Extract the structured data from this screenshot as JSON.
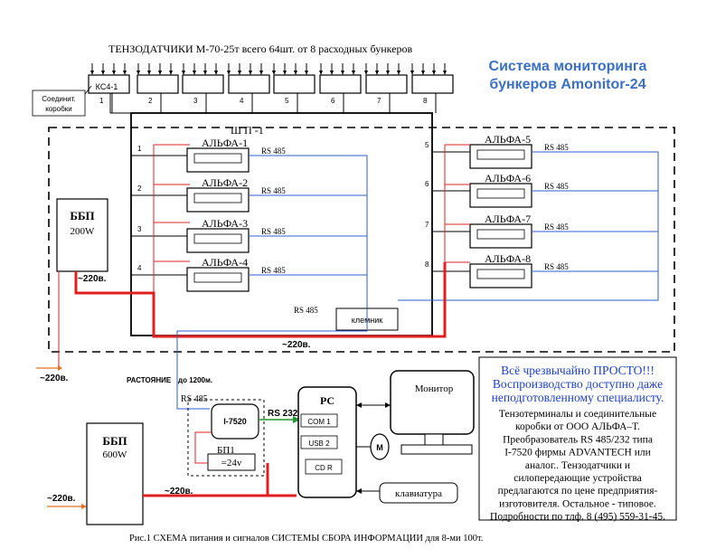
{
  "header": {
    "sensors_caption": "ТЕНЗОДАТЧИКИ  М-70-25т всего 64шт.  от 8  расходных бункеров",
    "system_title_line1": "Система мониторинга",
    "system_title_line2": "бункеров Amonitor-24"
  },
  "junction": {
    "ks_label": "КС4-1",
    "callout_line1": "Соединит.",
    "callout_line2": "коробки",
    "box_numbers": [
      "1",
      "2",
      "3",
      "4",
      "5",
      "6",
      "7",
      "8"
    ]
  },
  "shp_label": "Ш П -1",
  "controllers_left": [
    {
      "name": "АЛЬФА-1",
      "line_no": "1",
      "bus": "RS 485"
    },
    {
      "name": "АЛЬФА-2",
      "line_no": "2",
      "bus": "RS 485"
    },
    {
      "name": "АЛЬФА-3",
      "line_no": "3",
      "bus": "RS 485"
    },
    {
      "name": "АЛЬФА-4",
      "line_no": "4",
      "bus": "RS 485"
    }
  ],
  "controllers_right": [
    {
      "name": "АЛЬФА-5",
      "line_no": "5",
      "bus": "RS 485"
    },
    {
      "name": "АЛЬФА-6",
      "line_no": "6",
      "bus": "RS 485"
    },
    {
      "name": "АЛЬФА-7",
      "line_no": "7",
      "bus": "RS 485"
    },
    {
      "name": "АЛЬФА-8",
      "line_no": "8",
      "bus": "RS 485"
    }
  ],
  "terminal": {
    "label": "клемник",
    "bus": "RS 485"
  },
  "psu1": {
    "name": "ББП",
    "power": "200W",
    "out": "~220в."
  },
  "psu2": {
    "name": "ББП",
    "power": "600W",
    "out": "~220в."
  },
  "mains": {
    "shp_feed": "~220в.",
    "in_left": "~220в.",
    "in_bottom": "~220в."
  },
  "distance": {
    "label": "РАСТОЯНИЕ",
    "value": "до 1200м."
  },
  "converter": {
    "bus_in": "RS 485",
    "name": "I-7520",
    "bus_out": "RS 232",
    "bp_label": "БП1",
    "bp_value": "=24v"
  },
  "pc": {
    "title": "PC",
    "port1": "COM 1",
    "port2": "USB 2",
    "port3": "CD R"
  },
  "monitor": {
    "label": "Монитор",
    "mouse": "M"
  },
  "keyboard": {
    "label": "клавиатура"
  },
  "note": {
    "blue_lines": [
      "Всё  чрезвычайно ПРОСТО!!!",
      "Воспроизводство доступно даже",
      "неподготовленному специалисту."
    ],
    "black_lines": [
      "Тензотерминалы и соединительные",
      "коробки от ООО  АЛЬФА–Т.",
      "Преобразователь  RS 485/232 типа",
      "I-7520 фирмы ADVANTECH или",
      "аналог.. Тензодатчики и",
      "силопередающие устройства",
      "предлагаются по цене предприятия-",
      "изготовителя. Остальное - типовое.",
      "Подробности по тлф. 8 (495) 559-31-45."
    ]
  },
  "caption": "Рис.1    СХЕМА  питания  и сигналов  СИСТЕМЫ СБОРА ИНФОРМАЦИИ  для   8-ми  100т.",
  "colors": {
    "rs485_line": "#2f5fd0",
    "power_line": "#e02020",
    "rs232_line": "#1f9a2f",
    "title_blue": "#3a6fc7",
    "feed_orange": "#e87020"
  }
}
